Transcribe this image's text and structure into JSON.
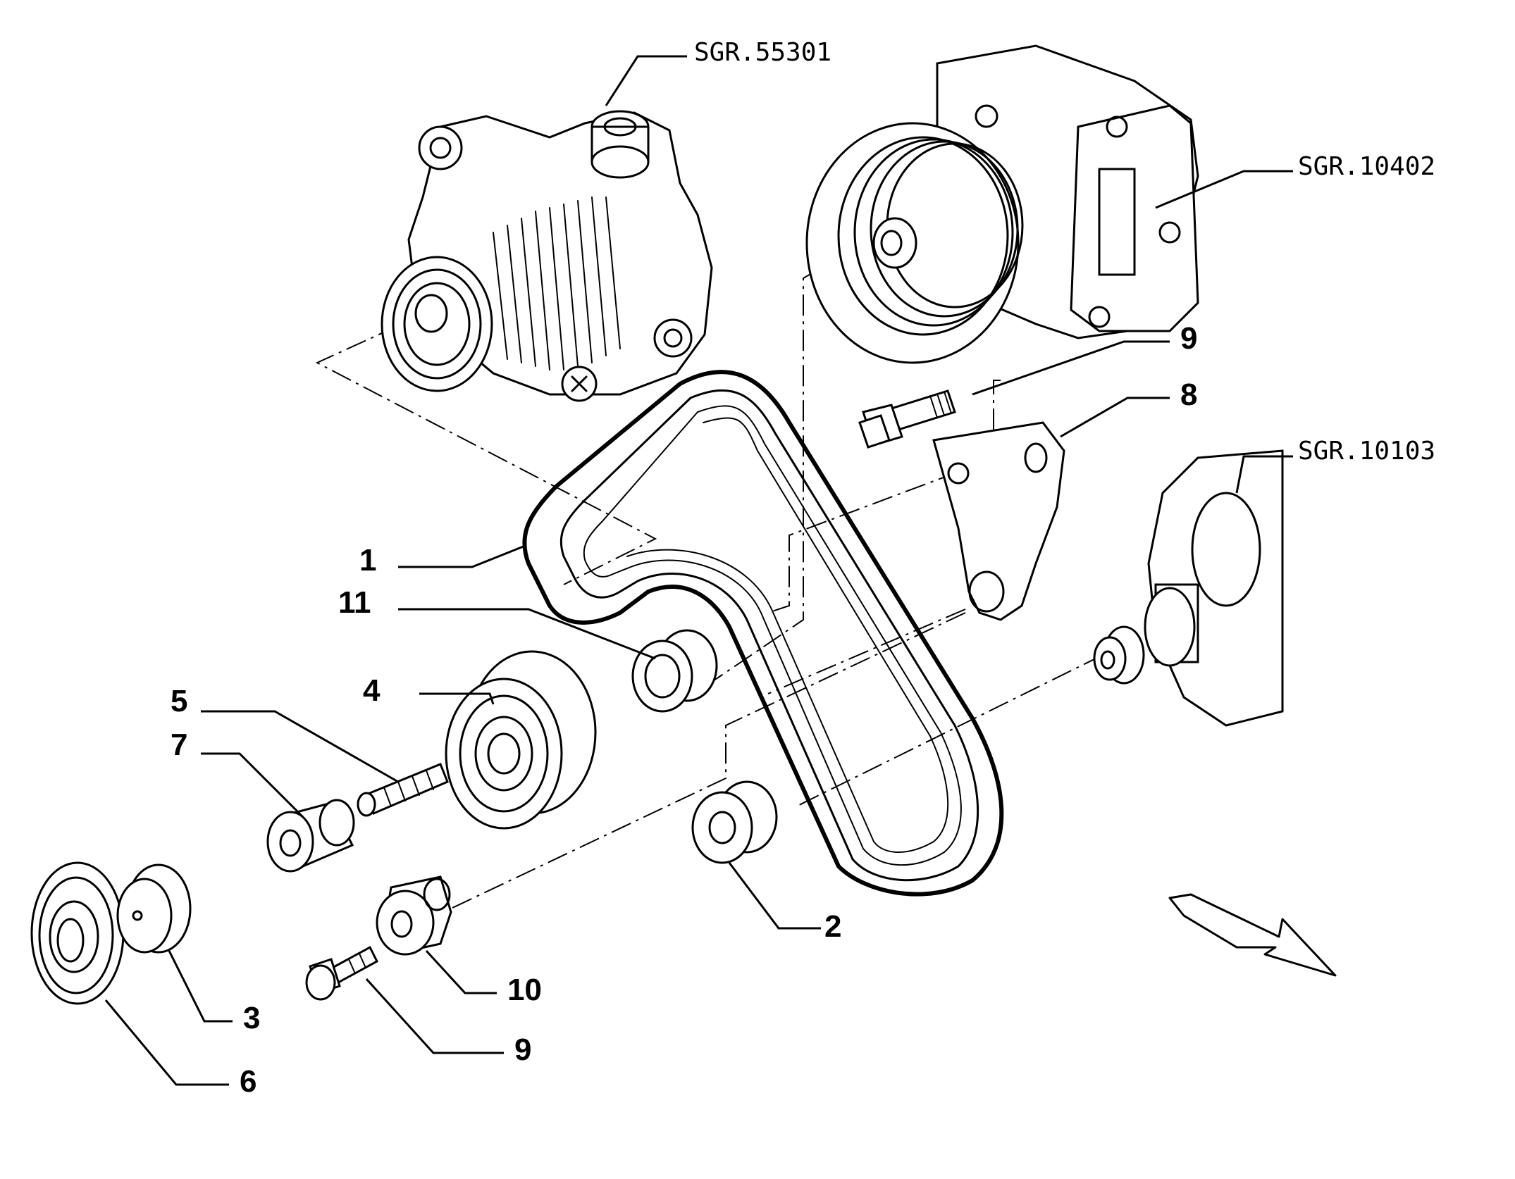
{
  "references": {
    "alternator": "SGR.55301",
    "water_pump": "SGR.10402",
    "crankshaft": "SGR.10103"
  },
  "callouts": {
    "belt": "1",
    "spacer": "2",
    "cap": "3",
    "tensioner_pulley": "4",
    "stud": "5",
    "crank_pulley": "6",
    "nut": "7",
    "bracket": "8",
    "bolt_upper": "9",
    "eccentric": "10",
    "bolt_lower": "9",
    "idler_bushing": "11"
  },
  "icons": [
    "front-direction-arrow-icon"
  ]
}
